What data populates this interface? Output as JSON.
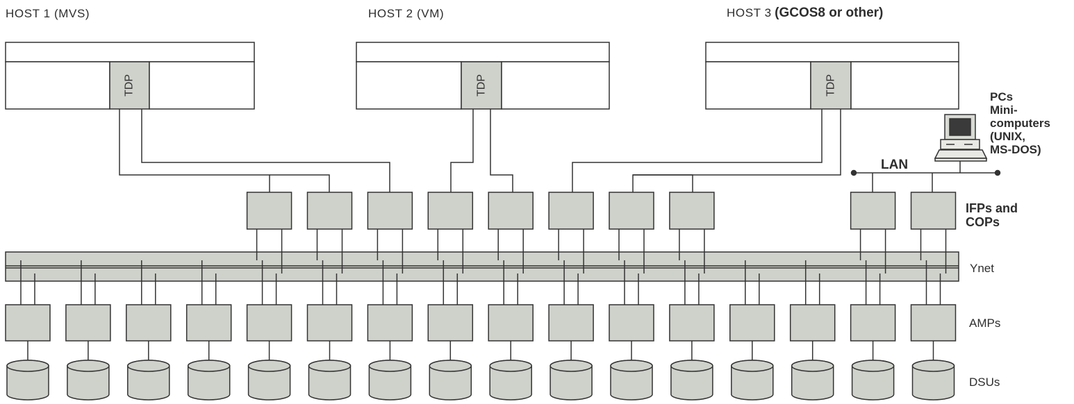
{
  "hosts": [
    {
      "title": "HOST 1 (MVS)"
    },
    {
      "title": "HOST 2 (VM)"
    },
    {
      "title_prefix": "HOST 3",
      "title_suffix": "(GCOS8 or other)"
    }
  ],
  "tdp_label": "TDP",
  "lan_label": "LAN",
  "pcs_label_lines": [
    "PCs",
    "Mini-",
    "computers",
    "(UNIX,",
    "MS-DOS)"
  ],
  "row_labels": {
    "ifp": [
      "IFPs and",
      "COPs"
    ],
    "ynet": "Ynet",
    "amp": "AMPs",
    "dsu": "DSUs"
  },
  "counts": {
    "ifp_cop": 10,
    "amp": 16,
    "dsu": 16
  },
  "colors": {
    "component_fill": "#cfd2cb",
    "stroke": "#333333",
    "background": "#ffffff"
  },
  "icons": [
    "pc-icon"
  ]
}
